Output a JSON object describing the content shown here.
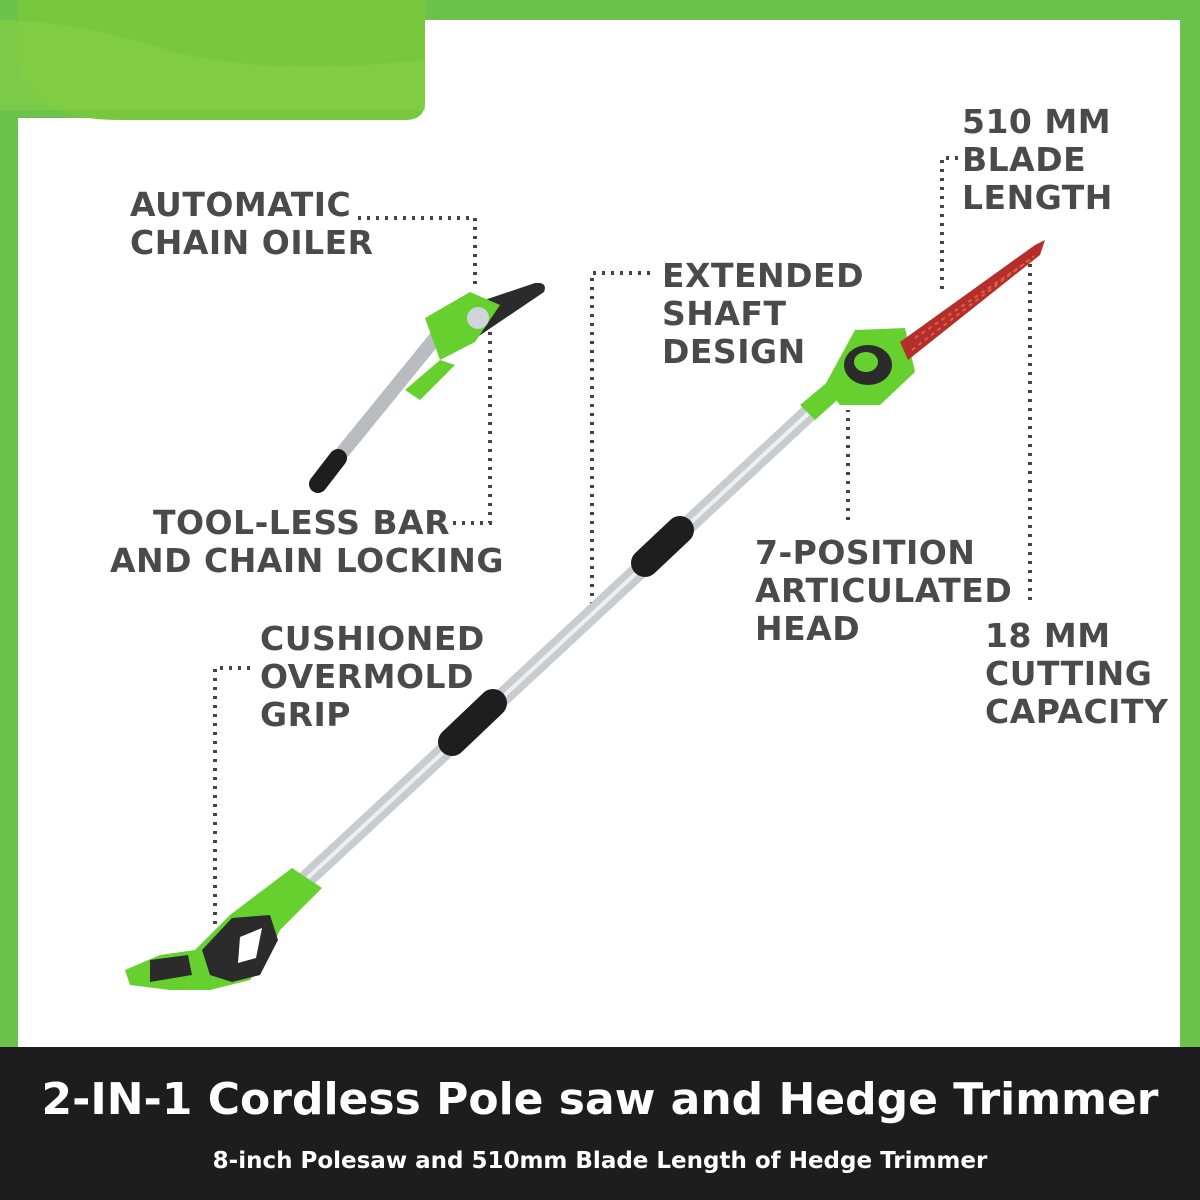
{
  "callouts": {
    "chain_oiler": [
      "AUTOMATIC",
      "CHAIN OILER"
    ],
    "tool_less": [
      "TOOL-LESS BAR",
      "AND CHAIN LOCKING"
    ],
    "extended_shaft": [
      "EXTENDED",
      "SHAFT",
      "DESIGN"
    ],
    "blade_length": [
      "510 MM",
      "BLADE",
      "LENGTH"
    ],
    "articulated_head": [
      "7-POSITION",
      "ARTICULATED",
      "HEAD"
    ],
    "cutting_capacity": [
      "18 MM",
      "CUTTING",
      "CAPACITY"
    ],
    "grip": [
      "CUSHIONED",
      "OVERMOLD",
      "GRIP"
    ]
  },
  "footer": {
    "title": "2-IN-1 Cordless Pole saw and Hedge Trimmer",
    "subtitle": "8-inch Polesaw and 510mm Blade Length of Hedge Trimmer"
  },
  "colors": {
    "brand_green": "#6cc24a",
    "tool_green": "#66d12e",
    "text_gray": "#4a4a4a",
    "footer_bg": "#1d1d1d",
    "blade_red": "#b3302a"
  }
}
